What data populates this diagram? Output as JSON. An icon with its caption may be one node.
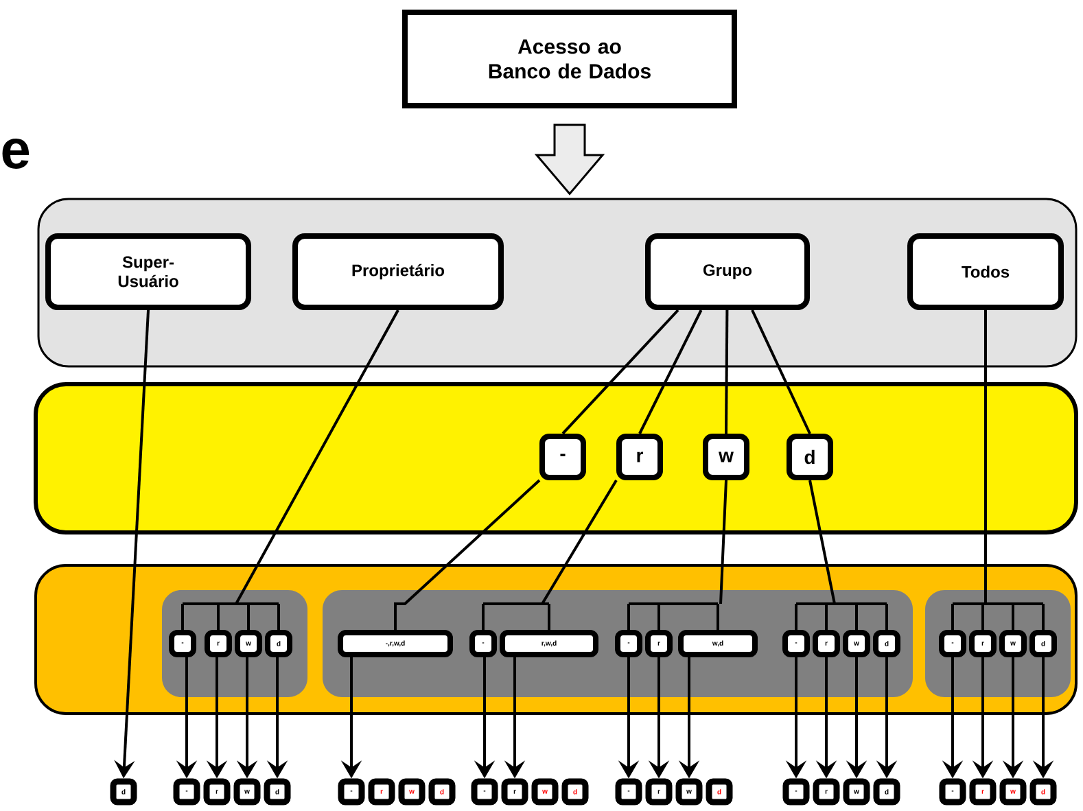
{
  "diagram": {
    "nodes": [
      {
        "text": [
          "Acesso ao Banco de Dados"
        ]
      },
      {
        "text": [],
        "shape": "box"
      },
      {
        "text": [
          "Super-Usuário"
        ],
        "in": 1
      },
      {
        "text": [
          "Proprietário"
        ],
        "in": 1
      },
      {
        "text": [
          "Grupo"
        ],
        "in": 1
      },
      {
        "text": [
          "Todos"
        ],
        "in": 1
      },
      {
        "text": [],
        "shape": "box"
      },
      {
        "text": [
          "-"
        ],
        "in": 6
      },
      {
        "text": [
          "r"
        ],
        "in": 6
      },
      {
        "text": [
          "w"
        ],
        "in": 6
      },
      {
        "text": [
          "d"
        ],
        "in": 6
      },
      {
        "text": [],
        "shape": "box"
      },
      {
        "text": [],
        "shape": "box",
        "in": 11
      },
      {
        "text": [
          "-"
        ],
        "in": 12
      },
      {
        "text": [
          "r"
        ],
        "in": 12
      },
      {
        "text": [
          "w"
        ],
        "in": 12
      },
      {
        "text": [
          "d"
        ],
        "in": 12
      },
      {
        "text": [],
        "shape": "box",
        "in": 11
      },
      {
        "text": [
          "-,r,w,d"
        ],
        "in": 17
      },
      {
        "text": [
          "-"
        ],
        "in": 17
      },
      {
        "text": [
          "r,w,d"
        ],
        "in": 17
      },
      {
        "text": [
          "-"
        ],
        "in": 17
      },
      {
        "text": [
          "r"
        ],
        "in": 17
      },
      {
        "text": [
          "w,d"
        ],
        "in": 17
      },
      {
        "text": [
          "-"
        ],
        "in": 17
      },
      {
        "text": [
          "r"
        ],
        "in": 17
      },
      {
        "text": [
          "w"
        ],
        "in": 17
      },
      {
        "text": [
          "d"
        ],
        "in": 17
      },
      {
        "text": [],
        "shape": "box",
        "in": 11
      },
      {
        "text": [
          "-"
        ],
        "in": 28
      },
      {
        "text": [
          "r"
        ],
        "in": 28
      },
      {
        "text": [
          "w"
        ],
        "in": 28
      },
      {
        "text": [
          "d"
        ],
        "in": 28
      },
      {
        "text": [
          "d"
        ]
      },
      {
        "text": [
          "-"
        ]
      },
      {
        "text": [
          "r"
        ]
      },
      {
        "text": [
          "w"
        ]
      },
      {
        "text": [
          "d"
        ]
      },
      {
        "text": [
          "-"
        ]
      },
      {
        "text": [
          "r"
        ]
      },
      {
        "text": [
          "w"
        ]
      },
      {
        "text": [
          "d"
        ]
      },
      {
        "text": [
          "-"
        ]
      },
      {
        "text": [
          "r"
        ]
      },
      {
        "text": [
          "w"
        ]
      },
      {
        "text": [
          "d"
        ]
      },
      {
        "text": [
          "-"
        ]
      },
      {
        "text": [
          "r"
        ]
      },
      {
        "text": [
          "w"
        ]
      },
      {
        "text": [
          "d"
        ]
      },
      {
        "text": [
          "-"
        ]
      },
      {
        "text": [
          "r"
        ]
      },
      {
        "text": [
          "w"
        ]
      },
      {
        "text": [
          "d"
        ]
      },
      {
        "text": [
          "-"
        ]
      },
      {
        "text": [
          "r"
        ]
      },
      {
        "text": [
          "w"
        ]
      },
      {
        "text": [
          "d"
        ]
      }
    ],
    "edges": [
      {
        "from": 0,
        "to": 1,
        "arrow": "to"
      },
      {
        "from": 2,
        "to": 33,
        "arrow": "to"
      },
      {
        "from": 3,
        "to": 13,
        "arrow": "none"
      },
      {
        "from": 3,
        "to": 14,
        "arrow": "none"
      },
      {
        "from": 3,
        "to": 15,
        "arrow": "none"
      },
      {
        "from": 3,
        "to": 16,
        "arrow": "none"
      },
      {
        "from": 4,
        "to": 7,
        "arrow": "none"
      },
      {
        "from": 4,
        "to": 8,
        "arrow": "none"
      },
      {
        "from": 4,
        "to": 9,
        "arrow": "none"
      },
      {
        "from": 4,
        "to": 10,
        "arrow": "none"
      },
      {
        "from": 7,
        "to": 18,
        "arrow": "none"
      },
      {
        "from": 8,
        "to": 19,
        "arrow": "none"
      },
      {
        "from": 8,
        "to": 20,
        "arrow": "none"
      },
      {
        "from": 9,
        "to": 21,
        "arrow": "none"
      },
      {
        "from": 9,
        "to": 22,
        "arrow": "none"
      },
      {
        "from": 9,
        "to": 23,
        "arrow": "none"
      },
      {
        "from": 10,
        "to": 24,
        "arrow": "none"
      },
      {
        "from": 10,
        "to": 25,
        "arrow": "none"
      },
      {
        "from": 10,
        "to": 26,
        "arrow": "none"
      },
      {
        "from": 10,
        "to": 27,
        "arrow": "none"
      },
      {
        "from": 5,
        "to": 29,
        "arrow": "none"
      },
      {
        "from": 5,
        "to": 30,
        "arrow": "none"
      },
      {
        "from": 5,
        "to": 31,
        "arrow": "none"
      },
      {
        "from": 5,
        "to": 32,
        "arrow": "none"
      },
      {
        "from": 13,
        "to": 34,
        "arrow": "to"
      },
      {
        "from": 14,
        "to": 35,
        "arrow": "to"
      },
      {
        "from": 15,
        "to": 36,
        "arrow": "to"
      },
      {
        "from": 16,
        "to": 37,
        "arrow": "to"
      },
      {
        "from": 18,
        "to": 38,
        "arrow": "to"
      },
      {
        "from": 19,
        "to": 42,
        "arrow": "to"
      },
      {
        "from": 20,
        "to": 43,
        "arrow": "to"
      },
      {
        "from": 21,
        "to": 46,
        "arrow": "to"
      },
      {
        "from": 22,
        "to": 47,
        "arrow": "to"
      },
      {
        "from": 23,
        "to": 48,
        "arrow": "to"
      },
      {
        "from": 24,
        "to": 50,
        "arrow": "to"
      },
      {
        "from": 25,
        "to": 51,
        "arrow": "to"
      },
      {
        "from": 26,
        "to": 52,
        "arrow": "to"
      },
      {
        "from": 27,
        "to": 53,
        "arrow": "to"
      },
      {
        "from": 29,
        "to": 54,
        "arrow": "to"
      },
      {
        "from": 30,
        "to": 55,
        "arrow": "to"
      },
      {
        "from": 31,
        "to": 56,
        "arrow": "to"
      },
      {
        "from": 32,
        "to": 57,
        "arrow": "to"
      }
    ],
    "labels": [
      "e"
    ]
  }
}
